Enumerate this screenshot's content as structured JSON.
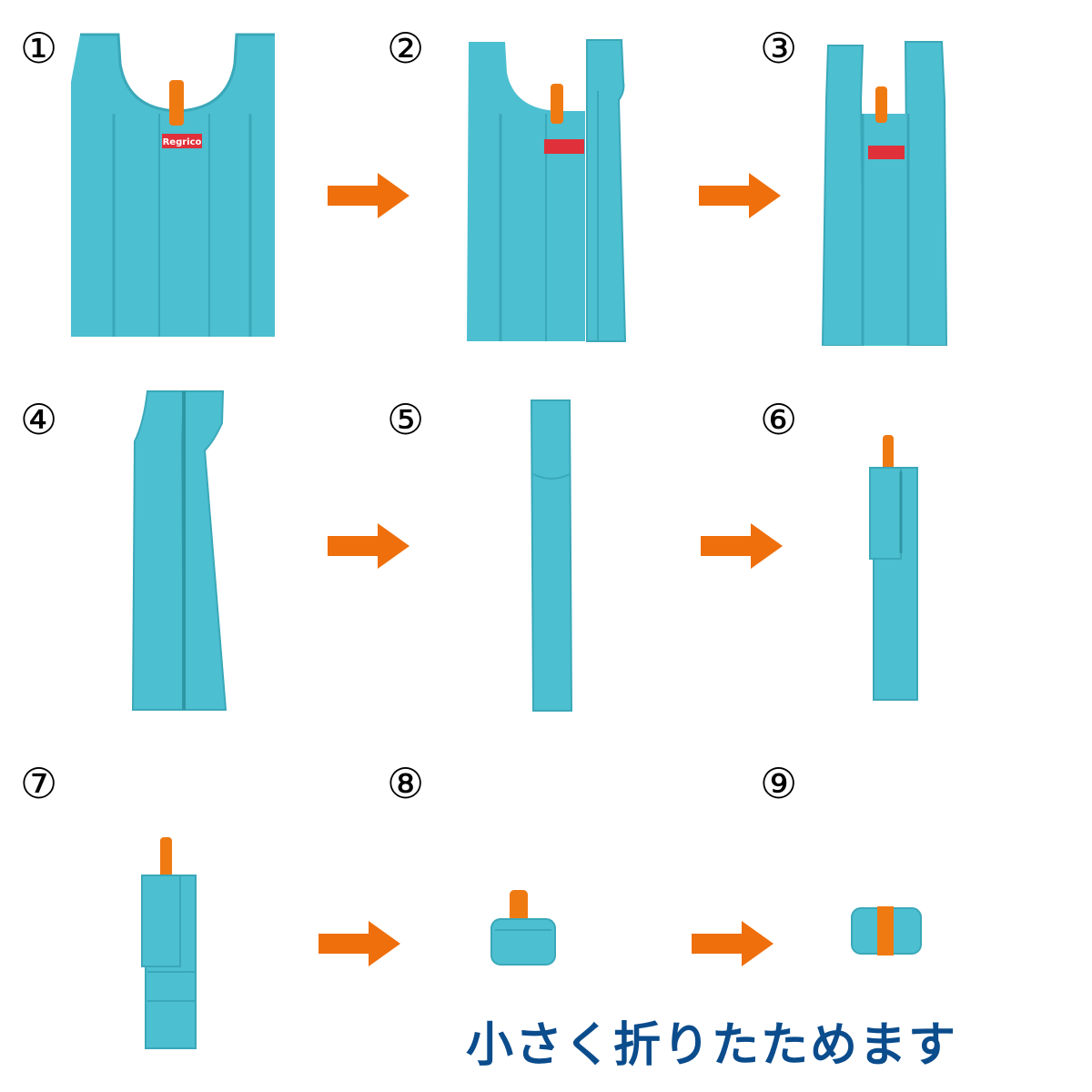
{
  "steps": [
    {
      "label": "①"
    },
    {
      "label": "②"
    },
    {
      "label": "③"
    },
    {
      "label": "④"
    },
    {
      "label": "⑤"
    },
    {
      "label": "⑥"
    },
    {
      "label": "⑦"
    },
    {
      "label": "⑧"
    },
    {
      "label": "⑨"
    }
  ],
  "brand_tag": "Regrico",
  "caption": "小さく折りたためます",
  "colors": {
    "bag": "#4cbfd0",
    "bag_shade": "#3aa8b9",
    "strap": "#f07a12",
    "arrow": "#ee6f0c",
    "tag": "#e0303a",
    "caption": "#0b4c8c"
  }
}
